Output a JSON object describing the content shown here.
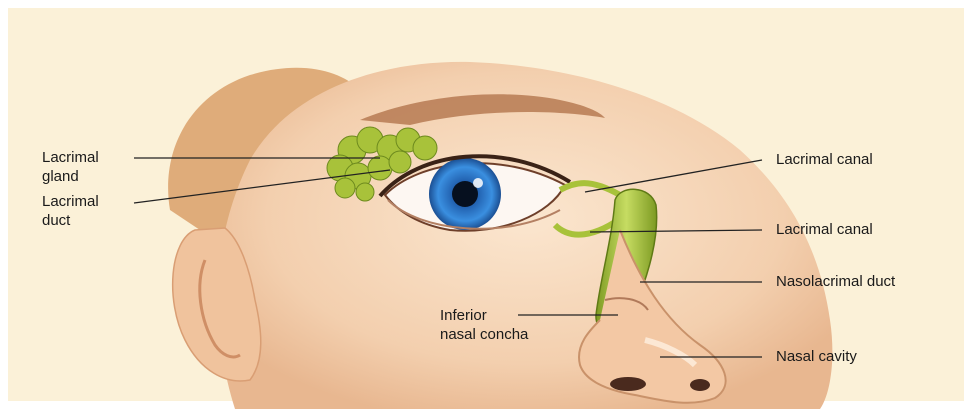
{
  "labels": {
    "lacrimal_gland": [
      "Lacrimal",
      "gland"
    ],
    "lacrimal_duct": [
      "Lacrimal",
      "duct"
    ],
    "lacrimal_canal_upper": "Lacrimal canal",
    "lacrimal_canal_lower": "Lacrimal canal",
    "nasolacrimal_duct": "Nasolacrimal duct",
    "inferior_nasal_concha": [
      "Inferior",
      "nasal concha"
    ],
    "nasal_cavity": "Nasal cavity"
  },
  "colors": {
    "background": "#fbf1d8",
    "skin": "#f7dcc0",
    "gland": "#a8c23a",
    "iris": "#2f7fd0",
    "leader_line": "#222222"
  }
}
